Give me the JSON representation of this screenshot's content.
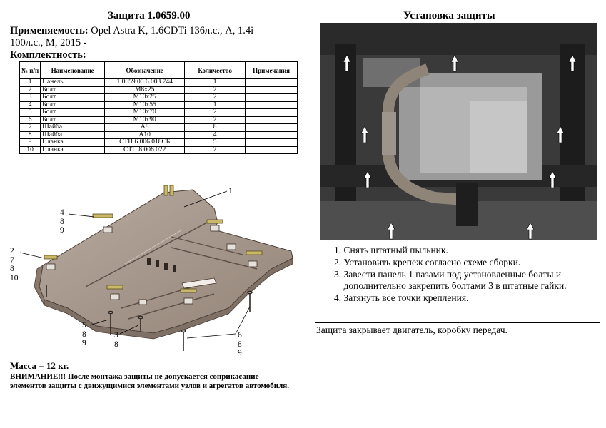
{
  "left": {
    "title": "Защита 1.0659.00",
    "applicability_label": "Применяемость:",
    "applicability_line1": "Opel Astra K, 1.6CDTi 136л.с., А, 1.4i",
    "applicability_line2": "100л.с., М, 2015 -",
    "kit_label": "Комплектность:",
    "table": {
      "headers": [
        "№ п/п",
        "Наименование",
        "Обозначение",
        "Количество",
        "Примечания"
      ],
      "rows": [
        [
          "1",
          "Панель",
          "1.0659.00.6.003.744",
          "1",
          ""
        ],
        [
          "2",
          "Болт",
          "М8х25",
          "2",
          ""
        ],
        [
          "3",
          "Болт",
          "М10х25",
          "2",
          ""
        ],
        [
          "4",
          "Болт",
          "М10х55",
          "1",
          ""
        ],
        [
          "5",
          "Болт",
          "М10х70",
          "2",
          ""
        ],
        [
          "6",
          "Болт",
          "М10х90",
          "2",
          ""
        ],
        [
          "7",
          "Шайба",
          "А8",
          "8",
          ""
        ],
        [
          "8",
          "Шайба",
          "А10",
          "4",
          ""
        ],
        [
          "9",
          "Планка",
          "СТП.6.006.018СБ",
          "5",
          ""
        ],
        [
          "10",
          "Планка",
          "СТП.8.006.022",
          "2",
          ""
        ]
      ]
    },
    "callouts": {
      "c1": "1",
      "c4": "4\n8\n9",
      "c2": "2\n7\n8\n10",
      "c5": "5\n8\n9",
      "c3": "3\n8",
      "c6": "6\n8\n9"
    },
    "mass": "Масса = 12 кг.",
    "warning_bold": "ВНИМАНИЕ!!!",
    "warning_text": " После монтажа защиты не допускается соприкасание элементов защиты с движущимися элементами узлов и агрегатов автомобиля."
  },
  "right": {
    "title": "Установка защиты",
    "steps": [
      "1. Снять штатный пыльник.",
      "2. Установить крепеж согласно схеме сборки.",
      "3. Завести панель 1 пазами под установленные болты и",
      "    дополнительно закрепить болтами 3 в штатные гайки.",
      "4. Затянуть все точки крепления."
    ],
    "note": "Защита закрывает двигатель, коробку передач."
  }
}
